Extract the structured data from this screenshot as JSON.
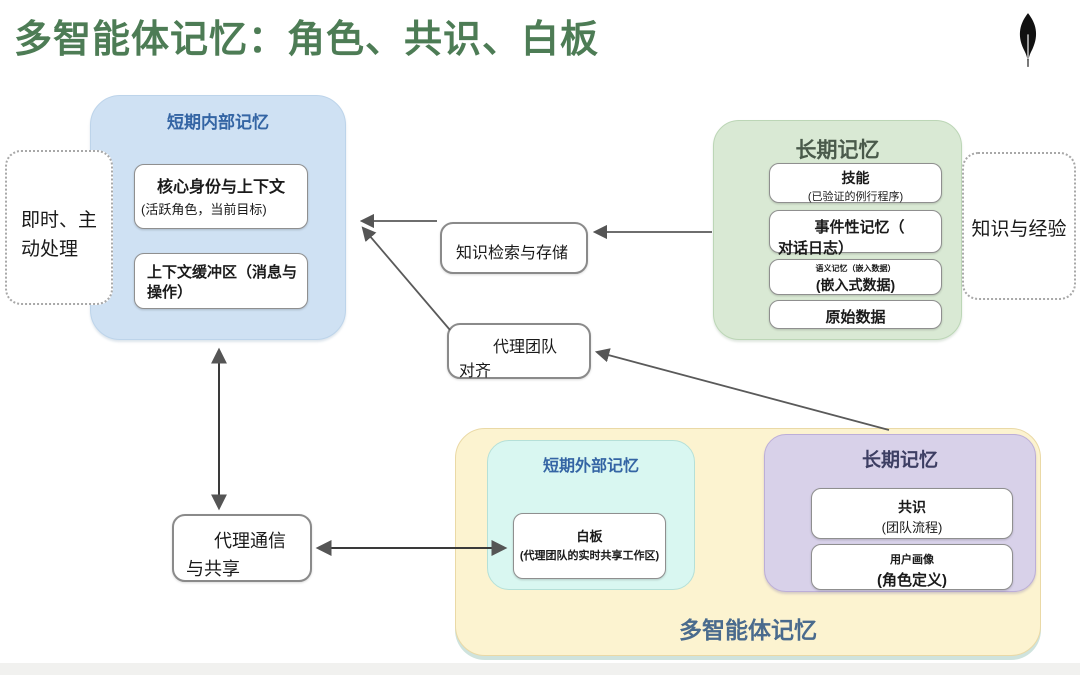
{
  "header": {
    "title": "多智能体记忆：角色、共识、白板",
    "logo_icon": "mongodb-leaf-icon"
  },
  "immediate_box": {
    "label": "即时、主动处理"
  },
  "short_term_internal": {
    "title": "短期内部记忆",
    "core_identity": {
      "title": "核心身份与上下文",
      "subtitle": "(活跃角色，当前目标)"
    },
    "context_buffer": {
      "label": "上下文缓冲区（消息与操作）"
    }
  },
  "knowledge_retrieval": {
    "label": "知识检索与存储"
  },
  "team_alignment": {
    "line1": "代理团队",
    "line2": "对齐"
  },
  "long_term_individual": {
    "title": "长期记忆",
    "skills": {
      "title": "技能",
      "subtitle": "(已验证的例行程序)"
    },
    "episodic": {
      "line1": "事件性记忆（",
      "line2": "对话日志）"
    },
    "semantic": {
      "note": "语义记忆（嵌入数据）",
      "title": "(嵌入式数据)"
    },
    "raw_data": {
      "label": "原始数据"
    }
  },
  "knowledge_experience_box": {
    "label": "知识与经验"
  },
  "agent_communication": {
    "line1": "代理通信",
    "line2": "与共享"
  },
  "multi_agent_memory": {
    "title": "多智能体记忆",
    "short_term_external": {
      "title": "短期外部记忆",
      "whiteboard": {
        "title": "白板",
        "subtitle": "(代理团队的实时共享工作区)"
      }
    },
    "long_term_shared": {
      "title": "长期记忆",
      "consensus": {
        "title": "共识",
        "subtitle": "(团队流程)"
      },
      "user_profile": {
        "title": "用户画像",
        "subtitle": "(角色定义)"
      }
    }
  },
  "colors": {
    "title_green": "#4d7c55",
    "header_blue": "#3465a4",
    "panel_blue": "#cfe1f3",
    "panel_green": "#d9e9d4",
    "panel_yellow": "#fcf3d0",
    "panel_cyan": "#d9f7f1",
    "panel_purple": "#d8d1e9",
    "purple_heading": "#3d3e63",
    "bottom_label_blue": "#4a6b8d",
    "arrow_gray": "#5a5a5a"
  }
}
